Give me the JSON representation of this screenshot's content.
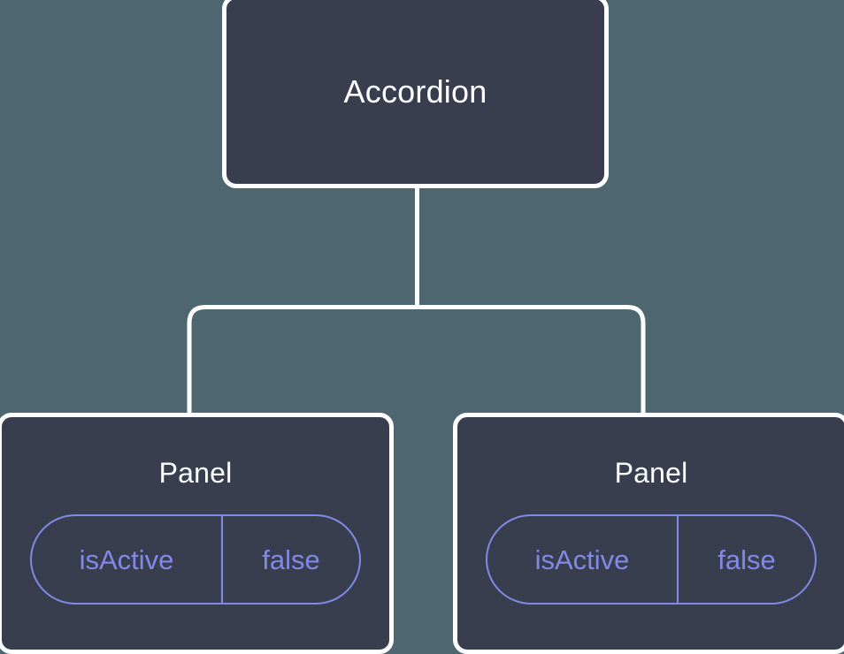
{
  "diagram": {
    "type": "component-tree",
    "background_color": "#4e666f",
    "node_fill_color": "#383e4d",
    "node_border_color": "#ffffff",
    "connector_color": "#ffffff",
    "pill_color": "#8289e8",
    "root": {
      "title": "Accordion"
    },
    "children": [
      {
        "title": "Panel",
        "state": {
          "key": "isActive",
          "value": "false"
        }
      },
      {
        "title": "Panel",
        "state": {
          "key": "isActive",
          "value": "false"
        }
      }
    ]
  }
}
